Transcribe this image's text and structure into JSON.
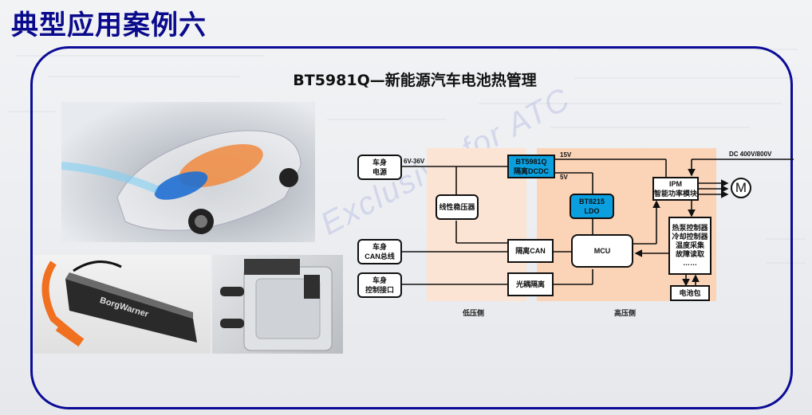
{
  "page": {
    "title": "典型应用案例六",
    "subtitle": "BT5981Q—新能源汽车电池热管理",
    "watermark": "Exclusive for ATC",
    "colors": {
      "title": "#0a0a8c",
      "frame": "#0b0b96",
      "chip_blue": "#0aa0e0",
      "low_zone": "#fbe4d3",
      "high_zone": "#fbd3b6"
    }
  },
  "photos": {
    "car": "electric-car-thermal-cutaway-photo",
    "heater": "borgwarner-heater-photo",
    "heater_brand": "BorgWarner",
    "module": "coolant-heater-module-photo"
  },
  "diagram": {
    "blocks": {
      "body_power": "车身\n电源",
      "body_can": "车身\nCAN总线",
      "body_ctrl": "车身\n控制接口",
      "linear_reg": "线性稳压器",
      "dcdc": "BT5981Q\n隔离DCDC",
      "ldo": "BT8215\nLDO",
      "iso_can": "隔离CAN",
      "opto": "光耦隔离",
      "mcu": "MCU",
      "ipm": "IPM\n智能功率模块",
      "controllers": "热泵控制器\n冷却控制器\n温度采集\n故障读取\n……",
      "battery": "电池包",
      "motor": "M"
    },
    "labels": {
      "input_voltage": "6V-36V",
      "v15": "15V",
      "v5": "5V",
      "dc_bus": "DC 400V/800V",
      "low_side": "低压侧",
      "high_side": "高压侧"
    }
  }
}
